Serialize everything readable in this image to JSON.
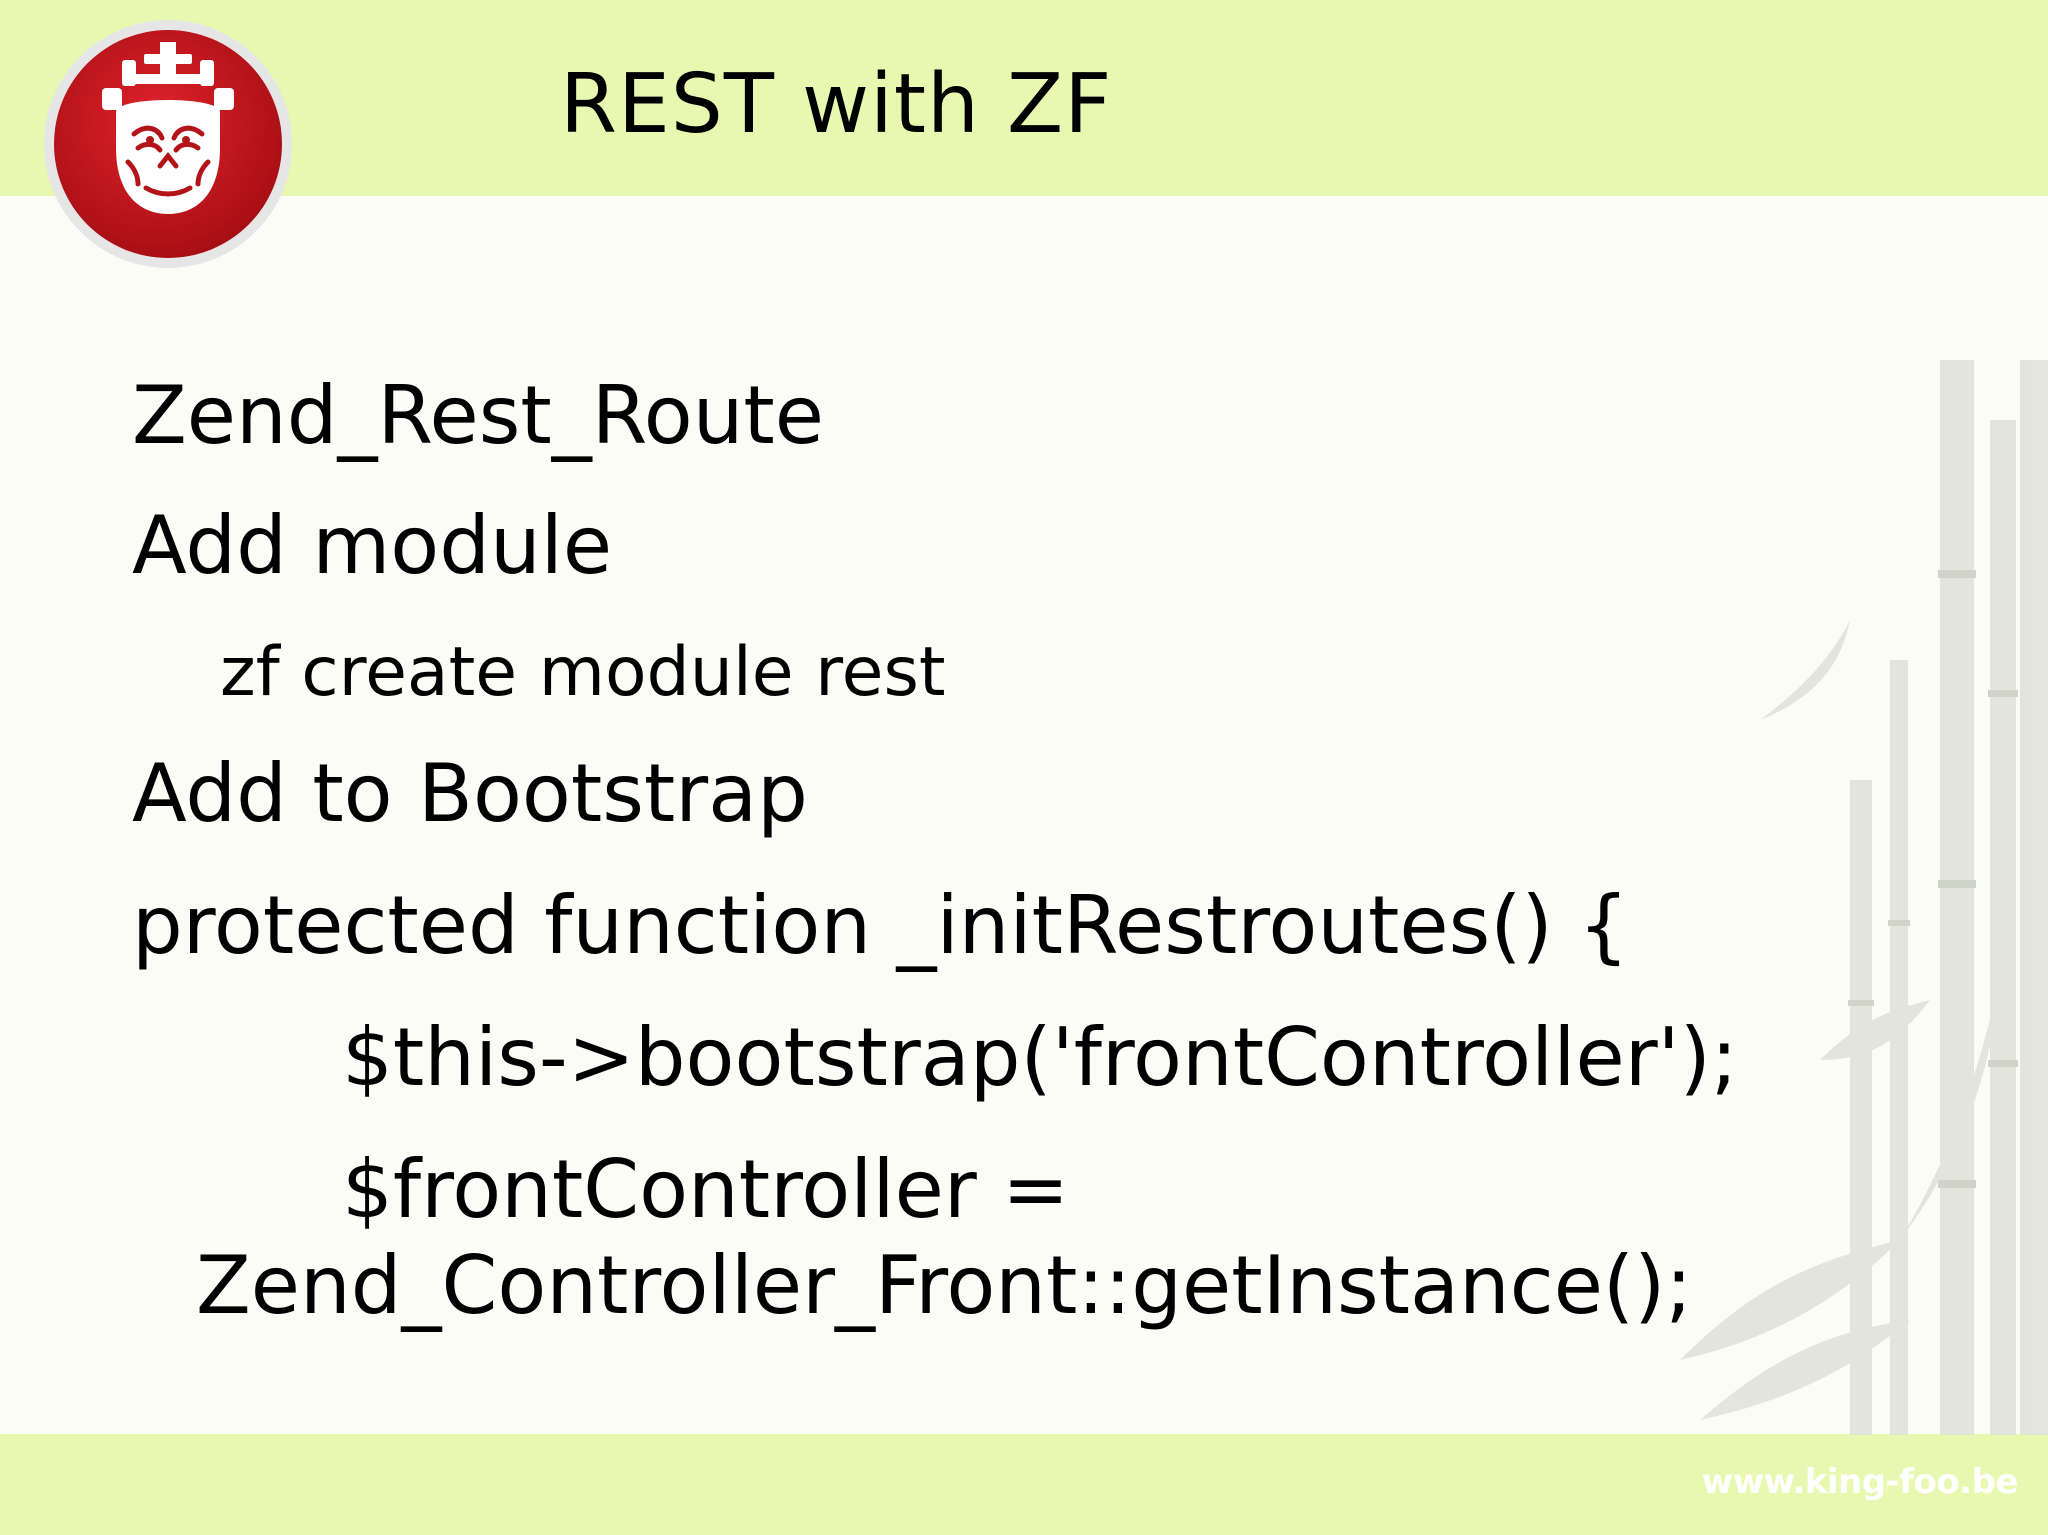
{
  "slide": {
    "title": "REST with ZF",
    "logo_icon": "monkey-king-logo-icon",
    "background_icon": "bamboo-watermark-icon",
    "colors": {
      "band": "#e9f8b0",
      "logo_red": "#c4121a",
      "text": "#000000"
    },
    "lines": [
      "Zend_Rest_Route",
      "Add module",
      "zf create module rest",
      "Add to Bootstrap",
      "protected function _initRestroutes() {",
      "$this->bootstrap('frontController');",
      "$frontController =",
      "Zend_Controller_Front::getInstance();"
    ],
    "footer_url": "www.king-foo.be"
  }
}
